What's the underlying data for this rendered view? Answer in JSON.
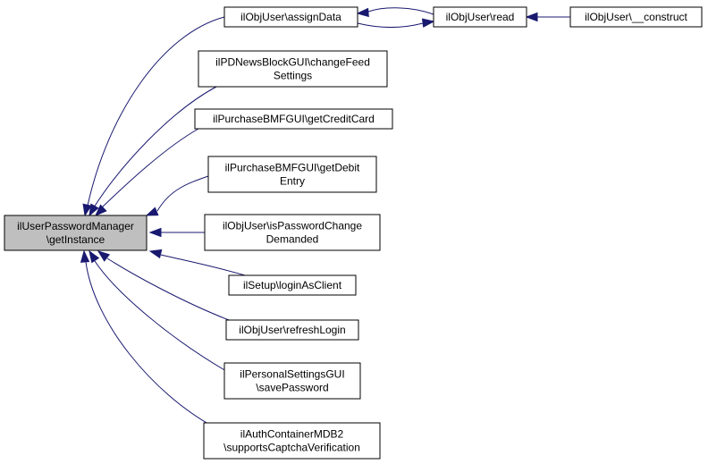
{
  "colors": {
    "edge": "#191970",
    "node_fill": "#ffffff",
    "focus_fill": "#bfbfbf",
    "border": "#000000"
  },
  "nodes": [
    {
      "id": "getInstance",
      "lines": [
        "ilUserPasswordManager",
        "\\getInstance"
      ],
      "focus": true
    },
    {
      "id": "assignData",
      "lines": [
        "ilObjUser\\assignData"
      ]
    },
    {
      "id": "read",
      "lines": [
        "ilObjUser\\read"
      ]
    },
    {
      "id": "construct",
      "lines": [
        "ilObjUser\\__construct"
      ]
    },
    {
      "id": "changeFeed",
      "lines": [
        "ilPDNewsBlockGUI\\changeFeed",
        "Settings"
      ]
    },
    {
      "id": "getCreditCard",
      "lines": [
        "ilPurchaseBMFGUI\\getCreditCard"
      ]
    },
    {
      "id": "getDebit",
      "lines": [
        "ilPurchaseBMFGUI\\getDebit",
        "Entry"
      ]
    },
    {
      "id": "isPasswordChange",
      "lines": [
        "ilObjUser\\isPasswordChange",
        "Demanded"
      ]
    },
    {
      "id": "loginAsClient",
      "lines": [
        "ilSetup\\loginAsClient"
      ]
    },
    {
      "id": "refreshLogin",
      "lines": [
        "ilObjUser\\refreshLogin"
      ]
    },
    {
      "id": "savePassword",
      "lines": [
        "ilPersonalSettingsGUI",
        "\\savePassword"
      ]
    },
    {
      "id": "supportsCaptcha",
      "lines": [
        "ilAuthContainerMDB2",
        "\\supportsCaptchaVerification"
      ]
    }
  ],
  "edges": [
    {
      "from": "assignData",
      "to": "getInstance"
    },
    {
      "from": "changeFeed",
      "to": "getInstance"
    },
    {
      "from": "getCreditCard",
      "to": "getInstance"
    },
    {
      "from": "getDebit",
      "to": "getInstance"
    },
    {
      "from": "isPasswordChange",
      "to": "getInstance"
    },
    {
      "from": "loginAsClient",
      "to": "getInstance"
    },
    {
      "from": "refreshLogin",
      "to": "getInstance"
    },
    {
      "from": "savePassword",
      "to": "getInstance"
    },
    {
      "from": "supportsCaptcha",
      "to": "getInstance"
    },
    {
      "from": "read",
      "to": "assignData"
    },
    {
      "from": "assignData",
      "to": "read"
    },
    {
      "from": "construct",
      "to": "read"
    }
  ]
}
